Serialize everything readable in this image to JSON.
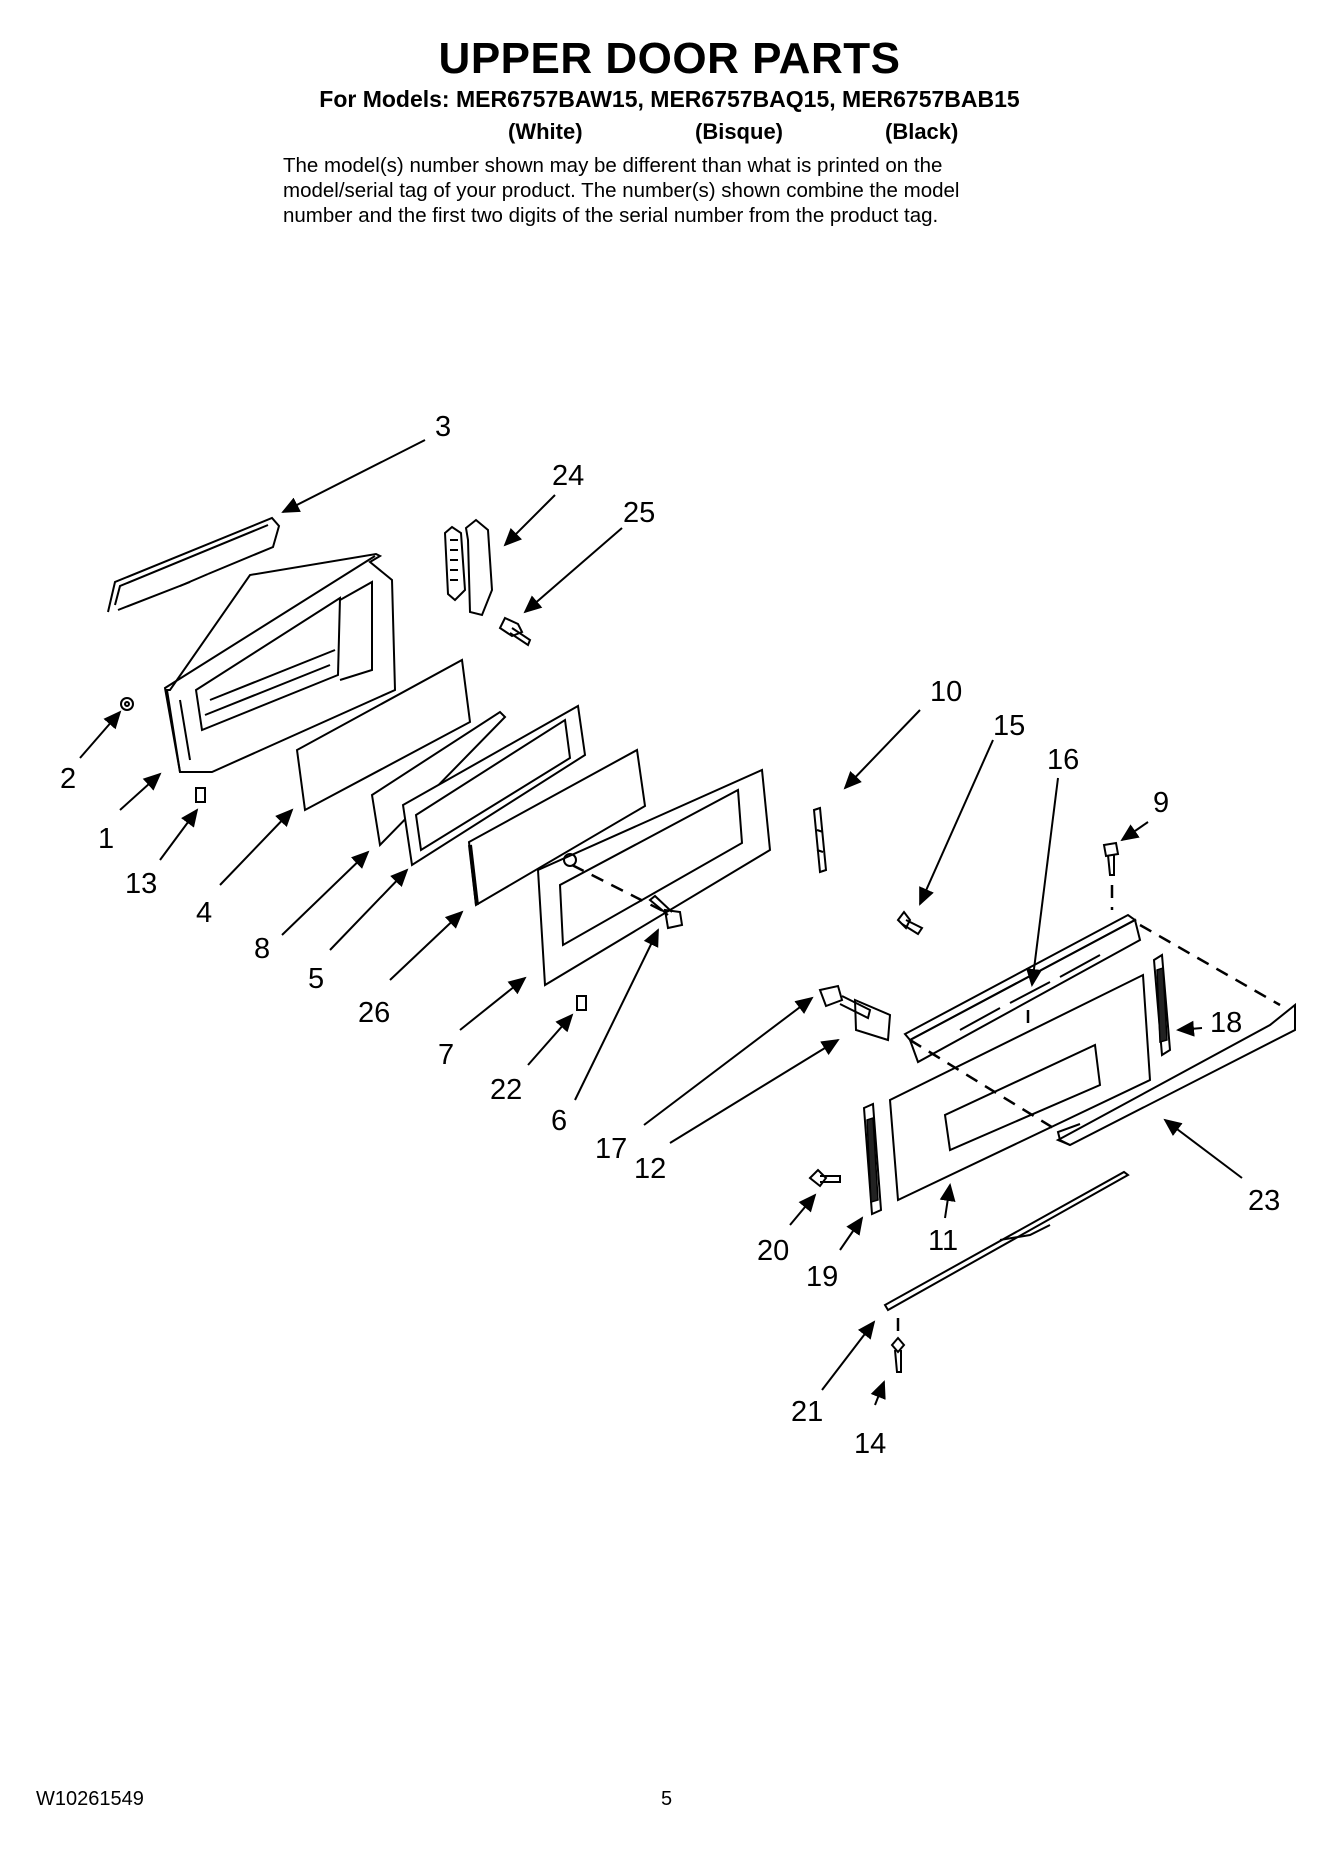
{
  "header": {
    "title": "UPPER DOOR PARTS",
    "models_line": "For Models: MER6757BAW15, MER6757BAQ15, MER6757BAB15",
    "colors": [
      "(White)",
      "(Bisque)",
      "(Black)"
    ],
    "note_lines": [
      "The model(s) number shown may be different than what is printed on the",
      "model/serial tag of your product. The number(s) shown combine the model",
      "number and the first two digits of the serial number from the product tag."
    ]
  },
  "diagram": {
    "callouts": [
      "1",
      "2",
      "3",
      "4",
      "5",
      "6",
      "7",
      "8",
      "9",
      "10",
      "11",
      "12",
      "13",
      "14",
      "15",
      "16",
      "17",
      "18",
      "19",
      "20",
      "21",
      "22",
      "23",
      "24",
      "25",
      "26"
    ]
  },
  "footer": {
    "doc_code": "W10261549",
    "page_number": "5"
  }
}
